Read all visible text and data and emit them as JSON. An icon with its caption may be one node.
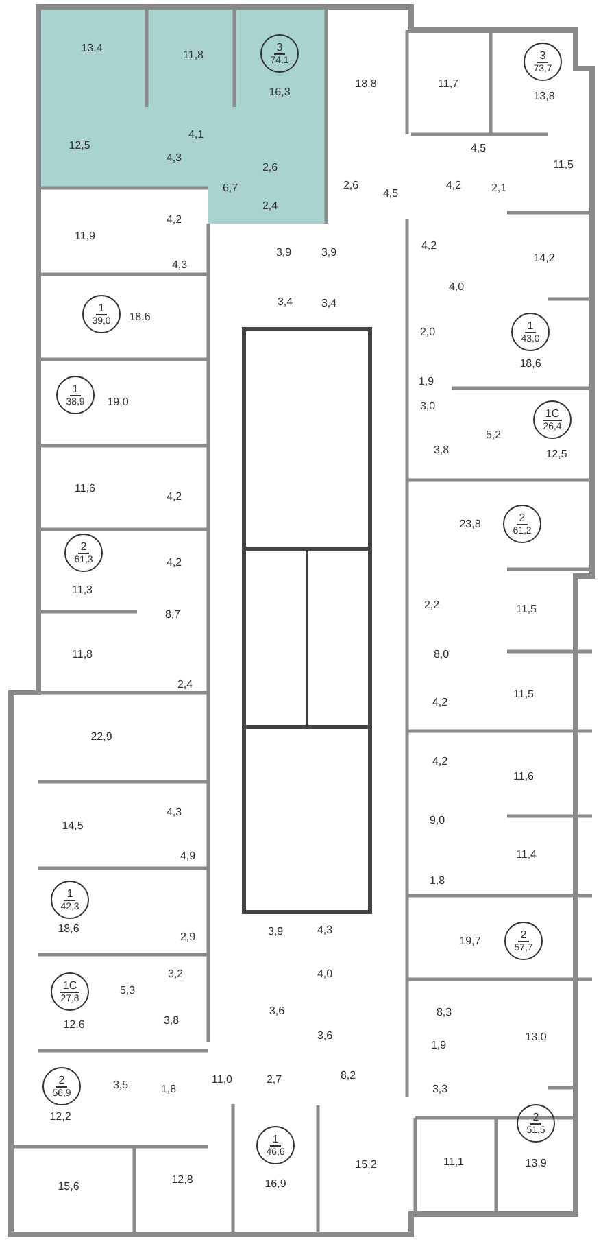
{
  "diagram": {
    "nodes": [
      {
        "text": [
          "3",
          "74,1"
        ]
      },
      {
        "text": [
          "3",
          "73,7"
        ]
      },
      {
        "text": [
          "1",
          "39,0"
        ]
      },
      {
        "text": [
          "1",
          "43,0"
        ]
      },
      {
        "text": [
          "1",
          "38,9"
        ]
      },
      {
        "text": [
          "1С",
          "26,4"
        ]
      },
      {
        "text": [
          "2",
          "61,2"
        ]
      },
      {
        "text": [
          "2",
          "61,3"
        ]
      },
      {
        "text": [
          "1",
          "42,3"
        ]
      },
      {
        "text": [
          "2",
          "57,7"
        ]
      },
      {
        "text": [
          "1С",
          "27,8"
        ]
      },
      {
        "text": [
          "2",
          "56,9"
        ]
      },
      {
        "text": [
          "2",
          "51,5"
        ]
      },
      {
        "text": [
          "1",
          "46,6"
        ]
      }
    ],
    "labels": [
      "13,4",
      "11,8",
      "18,8",
      "11,7",
      "16,3",
      "13,8",
      "4,1",
      "12,5",
      "4,5",
      "4,3",
      "11,5",
      "2,6",
      "4,2",
      "2,6",
      "2,1",
      "6,7",
      "4,5",
      "2,4",
      "4,2",
      "11,9",
      "4,2",
      "14,2",
      "3,9",
      "3,9",
      "4,3",
      "4,0",
      "3,4",
      "3,4",
      "18,6",
      "2,0",
      "18,6",
      "1,9",
      "19,0",
      "3,0",
      "5,2",
      "3,8",
      "12,5",
      "11,6",
      "4,2",
      "23,8",
      "4,2",
      "11,3",
      "2,2",
      "11,5",
      "8,7",
      "8,0",
      "11,8",
      "2,4",
      "11,5",
      "4,2",
      "22,9",
      "4,2",
      "11,6",
      "4,3",
      "9,0",
      "14,5",
      "4,9",
      "11,4",
      "1,8",
      "3,9",
      "4,3",
      "2,9",
      "19,7",
      "18,6",
      "4,0",
      "3,2",
      "3,6",
      "8,3",
      "5,3",
      "3,8",
      "12,6",
      "13,0",
      "3,6",
      "1,9",
      "8,2",
      "11,0",
      "2,7",
      "3,3",
      "3,5",
      "1,8",
      "12,2",
      "15,2",
      "11,1",
      "13,9",
      "12,8",
      "15,6",
      "16,9"
    ]
  }
}
